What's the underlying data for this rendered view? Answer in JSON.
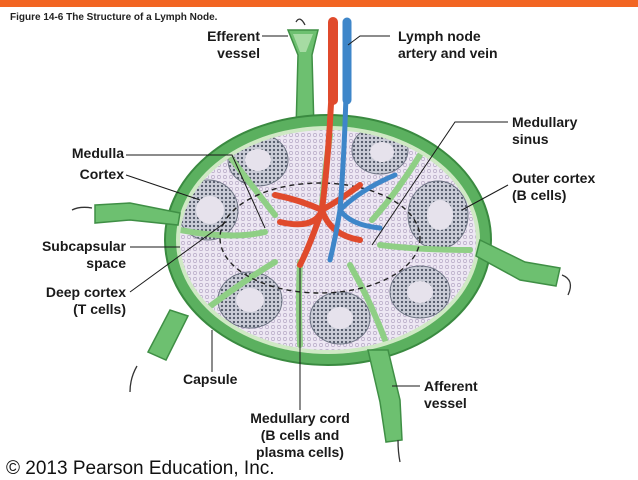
{
  "figure_title": "Figure 14-6  The Structure of a Lymph Node.",
  "labels": {
    "efferent_vessel": [
      "Efferent",
      "vessel"
    ],
    "lymph_node_artery_vein": [
      "Lymph node",
      "artery and vein"
    ],
    "medullary_sinus": [
      "Medullary",
      "sinus"
    ],
    "medulla": "Medulla",
    "cortex": "Cortex",
    "outer_cortex": [
      "Outer cortex",
      "(B cells)"
    ],
    "subcapsular_space": [
      "Subcapsular",
      "space"
    ],
    "deep_cortex": [
      "Deep cortex",
      "(T cells)"
    ],
    "capsule": "Capsule",
    "afferent_vessel": [
      "Afferent",
      "vessel"
    ],
    "medullary_cord": [
      "Medullary cord",
      "(B cells and",
      "plasma cells)"
    ]
  },
  "copyright": "© 2013 Pearson Education, Inc.",
  "colors": {
    "accent_bar": "#f26522",
    "capsule": "#3f9f47",
    "vessel": "#6dc070",
    "tissue": "#ede7f3",
    "follicle": "#9aa0b0",
    "artery": "#e04a2c",
    "vein": "#3e86c9"
  }
}
